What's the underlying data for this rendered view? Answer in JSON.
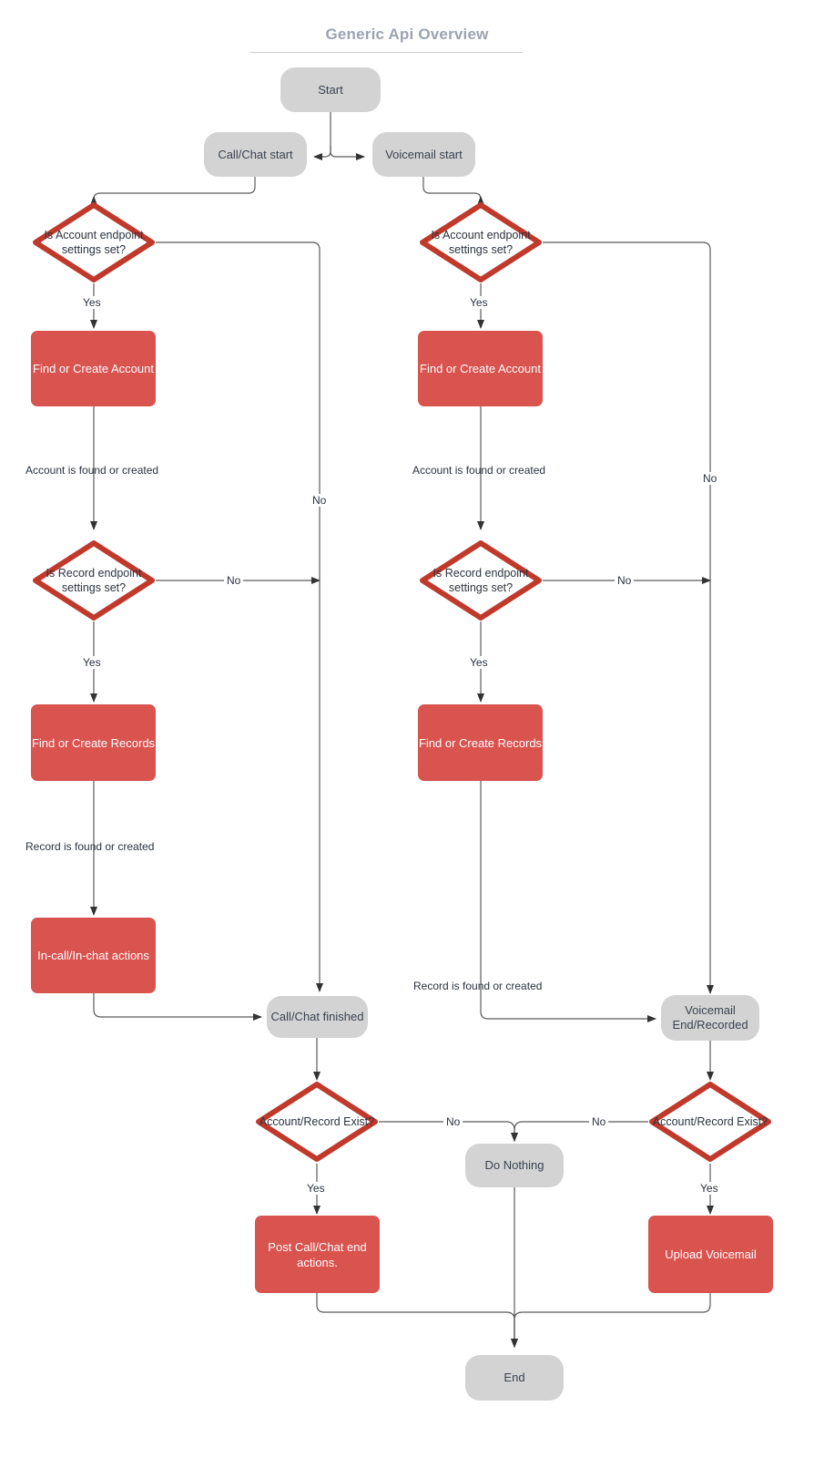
{
  "title": "Generic Api Overview",
  "colors": {
    "process_fill": "#d9534f",
    "terminator_fill": "#d3d3d3",
    "decision_stroke": "#c0392b",
    "edge_stroke": "#5a5a5a",
    "title_color": "#9aa4b1",
    "text_dark": "#2b333f",
    "text_light": "#ffffff"
  },
  "nodes": {
    "start": "Start",
    "call_chat_start": "Call/Chat start",
    "voicemail_start": "Voicemail start",
    "account_endpoint_left": "Is Account endpoint settings set?",
    "account_endpoint_right": "Is Account endpoint settings set?",
    "find_create_account_left": "Find or Create Account",
    "find_create_account_right": "Find or Create Account",
    "record_endpoint_left": "Is Record endpoint settings set?",
    "record_endpoint_right": "Is Record endpoint settings set?",
    "find_create_records_left": "Find or Create Records",
    "find_create_records_right": "Find or Create Records",
    "in_call_actions": "In-call/In-chat actions",
    "call_chat_finished": "Call/Chat finished",
    "voicemail_end": "Voicemail End/Recorded",
    "account_record_exist_left": "Account/Record Exist?",
    "account_record_exist_right": "Account/Record Exist?",
    "do_nothing": "Do Nothing",
    "post_call_actions": "Post Call/Chat end actions.",
    "upload_voicemail": "Upload Voicemail",
    "end": "End"
  },
  "edge_labels": {
    "yes_account_left": "Yes",
    "yes_account_right": "Yes",
    "no_account_left": "No",
    "no_account_right": "No",
    "yes_record_left": "Yes",
    "yes_record_right": "Yes",
    "no_record_left": "No",
    "no_record_right": "No",
    "no_exist_left": "No",
    "no_exist_right": "No",
    "yes_exist_left": "Yes",
    "yes_exist_right": "Yes"
  },
  "notes": {
    "account_found_left": "Account is found or created",
    "account_found_right": "Account is found or created",
    "record_found_left": "Record is found or created",
    "record_found_right": "Record is found or created"
  },
  "chart_data": {
    "type": "flowchart",
    "title": "Generic Api Overview",
    "node_list": [
      {
        "id": "start",
        "label": "Start",
        "shape": "terminator"
      },
      {
        "id": "call_chat_start",
        "label": "Call/Chat start",
        "shape": "terminator"
      },
      {
        "id": "voicemail_start",
        "label": "Voicemail start",
        "shape": "terminator"
      },
      {
        "id": "account_endpoint_left",
        "label": "Is Account endpoint settings set?",
        "shape": "decision"
      },
      {
        "id": "account_endpoint_right",
        "label": "Is Account endpoint settings set?",
        "shape": "decision"
      },
      {
        "id": "find_create_account_left",
        "label": "Find or Create Account",
        "shape": "process"
      },
      {
        "id": "find_create_account_right",
        "label": "Find or Create Account",
        "shape": "process"
      },
      {
        "id": "record_endpoint_left",
        "label": "Is Record endpoint settings set?",
        "shape": "decision"
      },
      {
        "id": "record_endpoint_right",
        "label": "Is Record endpoint settings set?",
        "shape": "decision"
      },
      {
        "id": "find_create_records_left",
        "label": "Find or Create Records",
        "shape": "process"
      },
      {
        "id": "find_create_records_right",
        "label": "Find or Create Records",
        "shape": "process"
      },
      {
        "id": "in_call_actions",
        "label": "In-call/In-chat actions",
        "shape": "process"
      },
      {
        "id": "call_chat_finished",
        "label": "Call/Chat finished",
        "shape": "terminator"
      },
      {
        "id": "voicemail_end",
        "label": "Voicemail End/Recorded",
        "shape": "terminator"
      },
      {
        "id": "account_record_exist_left",
        "label": "Account/Record Exist?",
        "shape": "decision"
      },
      {
        "id": "account_record_exist_right",
        "label": "Account/Record Exist?",
        "shape": "decision"
      },
      {
        "id": "do_nothing",
        "label": "Do Nothing",
        "shape": "terminator"
      },
      {
        "id": "post_call_actions",
        "label": "Post Call/Chat end actions.",
        "shape": "process"
      },
      {
        "id": "upload_voicemail",
        "label": "Upload Voicemail",
        "shape": "process"
      },
      {
        "id": "end",
        "label": "End",
        "shape": "terminator"
      }
    ],
    "edges": [
      {
        "from": "start",
        "to": "call_chat_start",
        "label": ""
      },
      {
        "from": "start",
        "to": "voicemail_start",
        "label": ""
      },
      {
        "from": "call_chat_start",
        "to": "account_endpoint_left",
        "label": ""
      },
      {
        "from": "voicemail_start",
        "to": "account_endpoint_right",
        "label": ""
      },
      {
        "from": "account_endpoint_left",
        "to": "find_create_account_left",
        "label": "Yes"
      },
      {
        "from": "account_endpoint_left",
        "to": "call_chat_finished",
        "label": "No"
      },
      {
        "from": "account_endpoint_right",
        "to": "find_create_account_right",
        "label": "Yes"
      },
      {
        "from": "account_endpoint_right",
        "to": "voicemail_end",
        "label": "No"
      },
      {
        "from": "find_create_account_left",
        "to": "record_endpoint_left",
        "label": "Account is found or created"
      },
      {
        "from": "find_create_account_right",
        "to": "record_endpoint_right",
        "label": "Account is found or created"
      },
      {
        "from": "record_endpoint_left",
        "to": "find_create_records_left",
        "label": "Yes"
      },
      {
        "from": "record_endpoint_left",
        "to": "call_chat_finished",
        "label": "No"
      },
      {
        "from": "record_endpoint_right",
        "to": "find_create_records_right",
        "label": "Yes"
      },
      {
        "from": "record_endpoint_right",
        "to": "voicemail_end",
        "label": "No"
      },
      {
        "from": "find_create_records_left",
        "to": "in_call_actions",
        "label": "Record is found or created"
      },
      {
        "from": "find_create_records_right",
        "to": "voicemail_end",
        "label": "Record is found or created"
      },
      {
        "from": "in_call_actions",
        "to": "call_chat_finished",
        "label": ""
      },
      {
        "from": "call_chat_finished",
        "to": "account_record_exist_left",
        "label": ""
      },
      {
        "from": "voicemail_end",
        "to": "account_record_exist_right",
        "label": ""
      },
      {
        "from": "account_record_exist_left",
        "to": "do_nothing",
        "label": "No"
      },
      {
        "from": "account_record_exist_right",
        "to": "do_nothing",
        "label": "No"
      },
      {
        "from": "account_record_exist_left",
        "to": "post_call_actions",
        "label": "Yes"
      },
      {
        "from": "account_record_exist_right",
        "to": "upload_voicemail",
        "label": "Yes"
      },
      {
        "from": "post_call_actions",
        "to": "end",
        "label": ""
      },
      {
        "from": "do_nothing",
        "to": "end",
        "label": ""
      },
      {
        "from": "upload_voicemail",
        "to": "end",
        "label": ""
      }
    ]
  }
}
